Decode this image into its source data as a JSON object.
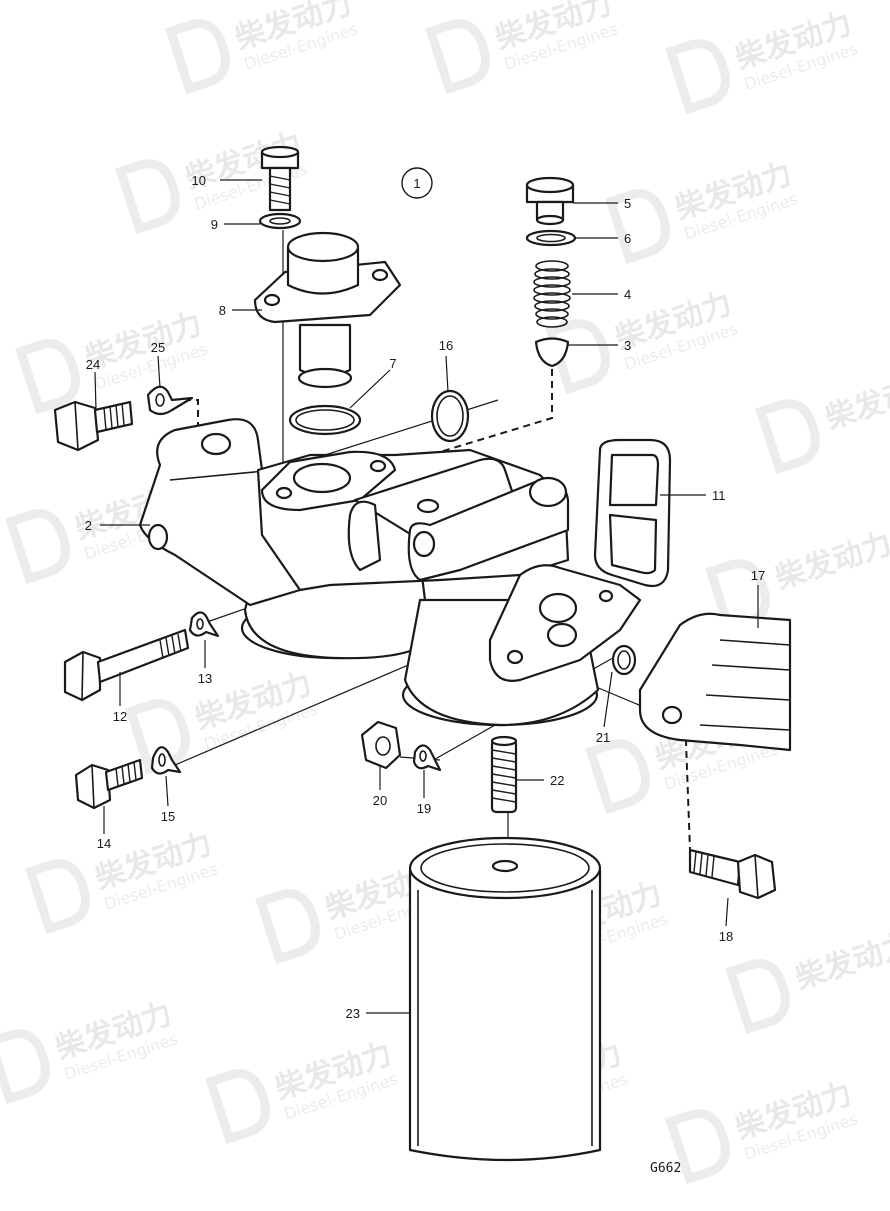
{
  "watermark": {
    "brand_cn": "柴发动力",
    "brand_en": "Diesel-Engines"
  },
  "group_marker": "1",
  "drawing_code": "G662",
  "parts": [
    {
      "id": "p2",
      "label": "2"
    },
    {
      "id": "p3",
      "label": "3"
    },
    {
      "id": "p4",
      "label": "4"
    },
    {
      "id": "p5",
      "label": "5"
    },
    {
      "id": "p6",
      "label": "6"
    },
    {
      "id": "p7",
      "label": "7"
    },
    {
      "id": "p8",
      "label": "8"
    },
    {
      "id": "p9",
      "label": "9"
    },
    {
      "id": "p10",
      "label": "10"
    },
    {
      "id": "p11",
      "label": "11"
    },
    {
      "id": "p12",
      "label": "12"
    },
    {
      "id": "p13",
      "label": "13"
    },
    {
      "id": "p14",
      "label": "14"
    },
    {
      "id": "p15",
      "label": "15"
    },
    {
      "id": "p16",
      "label": "16"
    },
    {
      "id": "p17",
      "label": "17"
    },
    {
      "id": "p18",
      "label": "18"
    },
    {
      "id": "p19",
      "label": "19"
    },
    {
      "id": "p20",
      "label": "20"
    },
    {
      "id": "p21",
      "label": "21"
    },
    {
      "id": "p22",
      "label": "22"
    },
    {
      "id": "p23",
      "label": "23"
    },
    {
      "id": "p24",
      "label": "24"
    },
    {
      "id": "p25",
      "label": "25"
    }
  ]
}
